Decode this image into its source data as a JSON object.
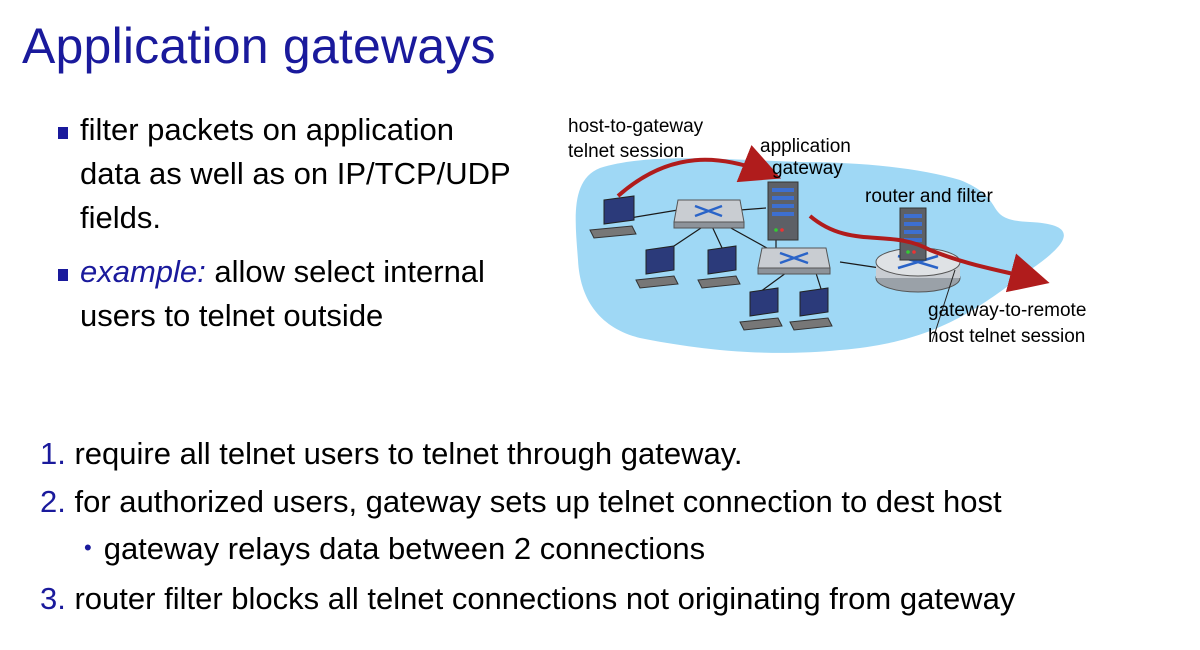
{
  "slide": {
    "title": "Application gateways",
    "bullets": [
      {
        "text": "filter packets on application data as well as on IP/TCP/UDP fields."
      },
      {
        "emph": "example:",
        "text": " allow select internal users to telnet outside"
      }
    ],
    "diagram": {
      "labels": {
        "host_to_gateway_1": "host-to-gateway",
        "host_to_gateway_2": "telnet session",
        "application_1": "application",
        "application_2": "gateway",
        "router_filter": "router and filter",
        "gateway_remote_1": "gateway-to-remote",
        "gateway_remote_2": "host telnet session"
      },
      "colors": {
        "cloud": "#9fd8f5",
        "arrow": "#b01c1c",
        "title": "#1a1a9c"
      }
    },
    "steps": [
      {
        "num": "1.",
        "text": "require all telnet users to telnet through gateway."
      },
      {
        "num": "2.",
        "text": "for authorized users, gateway sets up telnet connection to dest host"
      },
      {
        "num": "3.",
        "text": "router filter blocks all telnet connections not originating from gateway"
      }
    ],
    "substep": {
      "bullet": "•",
      "text": "gateway relays data between 2 connections"
    }
  }
}
